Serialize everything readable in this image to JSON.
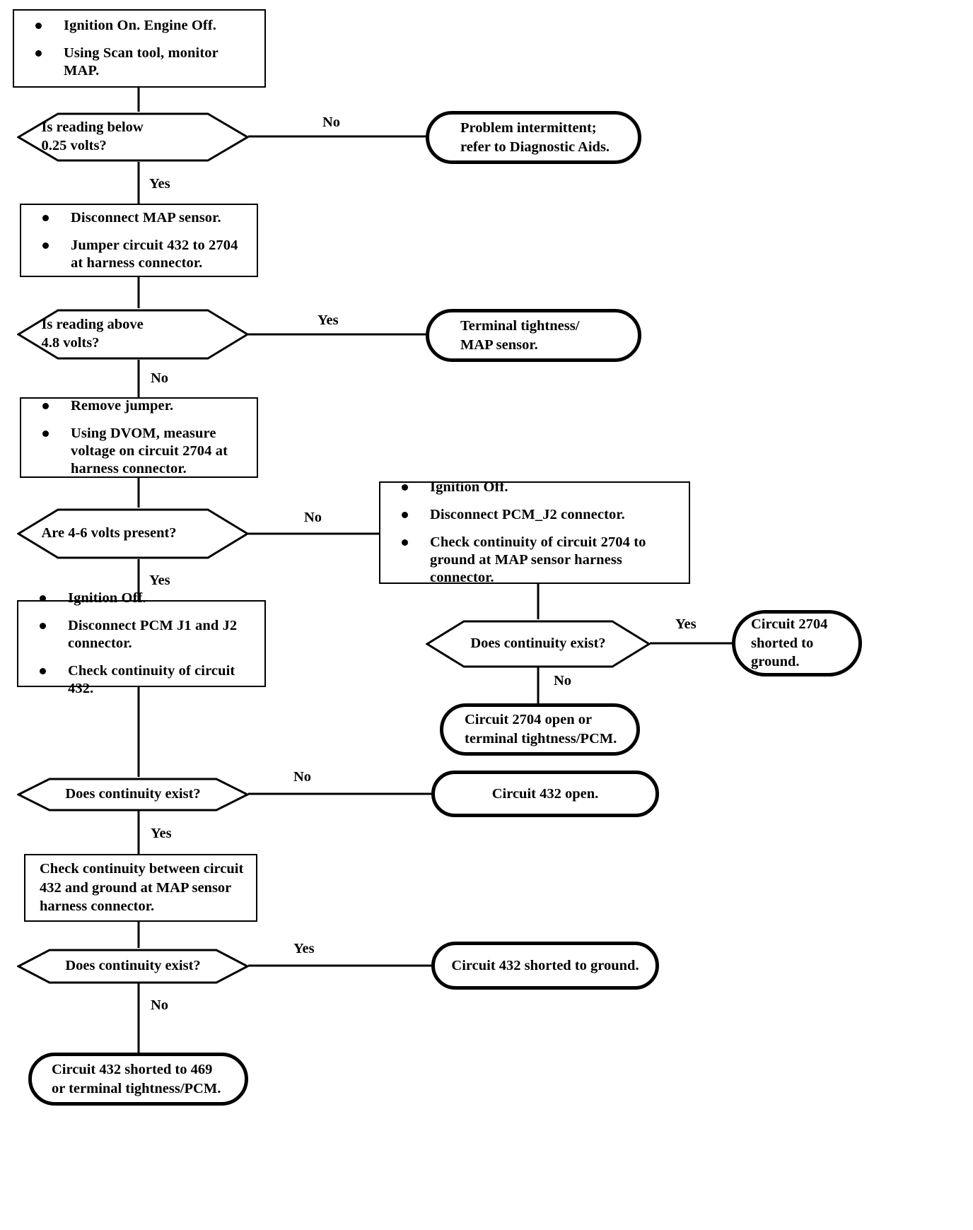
{
  "diagram": {
    "title": "MAP Sensor Circuit Diagnostic Flowchart",
    "type": "flowchart",
    "line_color": "#000000",
    "background_color": "#ffffff"
  },
  "nodes": {
    "step1": {
      "shape": "process",
      "bullets": [
        "Ignition On. Engine Off.",
        "Using Scan tool, monitor MAP."
      ]
    },
    "decision1": {
      "shape": "decision",
      "text_line1": "Is reading below",
      "text_line2": "0.25 volts?"
    },
    "result1": {
      "shape": "terminator",
      "text_line1": "Problem intermittent;",
      "text_line2": "refer to Diagnostic Aids."
    },
    "step2": {
      "shape": "process",
      "bullets": [
        "Disconnect MAP sensor.",
        "Jumper circuit 432 to 2704 at harness connector."
      ]
    },
    "decision2": {
      "shape": "decision",
      "text_line1": "Is reading above",
      "text_line2": "4.8 volts?"
    },
    "result2": {
      "shape": "terminator",
      "text_line1": "Terminal tightness/",
      "text_line2": "MAP sensor."
    },
    "step3": {
      "shape": "process",
      "bullets": [
        "Remove jumper.",
        "Using DVOM, measure voltage on circuit 2704 at harness connector."
      ]
    },
    "decision3": {
      "shape": "decision",
      "text_line1": "Are 4-6 volts present?",
      "text_line2": ""
    },
    "step4": {
      "shape": "process",
      "bullets": [
        "Ignition Off.",
        "Disconnect PCM_J2 connector.",
        "Check continuity of circuit 2704 to ground at MAP sensor harness connector."
      ]
    },
    "decision4": {
      "shape": "decision",
      "text_line1": "Does continuity exist?",
      "text_line2": ""
    },
    "result3": {
      "shape": "terminator",
      "text_line1": "Circuit 2704",
      "text_line2": "shorted to",
      "text_line3": "ground."
    },
    "result4": {
      "shape": "terminator",
      "text_line1": "Circuit 2704 open or",
      "text_line2": "terminal tightness/PCM."
    },
    "step5": {
      "shape": "process",
      "bullets": [
        "Ignition Off.",
        "Disconnect PCM J1 and J2 connector.",
        "Check continuity of circuit 432."
      ]
    },
    "decision5": {
      "shape": "decision",
      "text_line1": "Does continuity exist?",
      "text_line2": ""
    },
    "result5": {
      "shape": "terminator",
      "text_line1": "Circuit 432 open.",
      "text_line2": ""
    },
    "step6": {
      "shape": "process",
      "text": "Check continuity between circuit 432 and ground at MAP sensor harness connector."
    },
    "decision6": {
      "shape": "decision",
      "text_line1": "Does continuity exist?",
      "text_line2": ""
    },
    "result6": {
      "shape": "terminator",
      "text_line1": "Circuit 432 shorted to ground.",
      "text_line2": ""
    },
    "result7": {
      "shape": "terminator",
      "text_line1": "Circuit 432 shorted to 469",
      "text_line2": "or terminal tightness/PCM."
    }
  },
  "edge_labels": {
    "d1_no": "No",
    "d1_yes": "Yes",
    "d2_yes": "Yes",
    "d2_no": "No",
    "d3_no": "No",
    "d3_yes": "Yes",
    "d4_yes": "Yes",
    "d4_no": "No",
    "d5_no": "No",
    "d5_yes": "Yes",
    "d6_yes": "Yes",
    "d6_no": "No"
  }
}
